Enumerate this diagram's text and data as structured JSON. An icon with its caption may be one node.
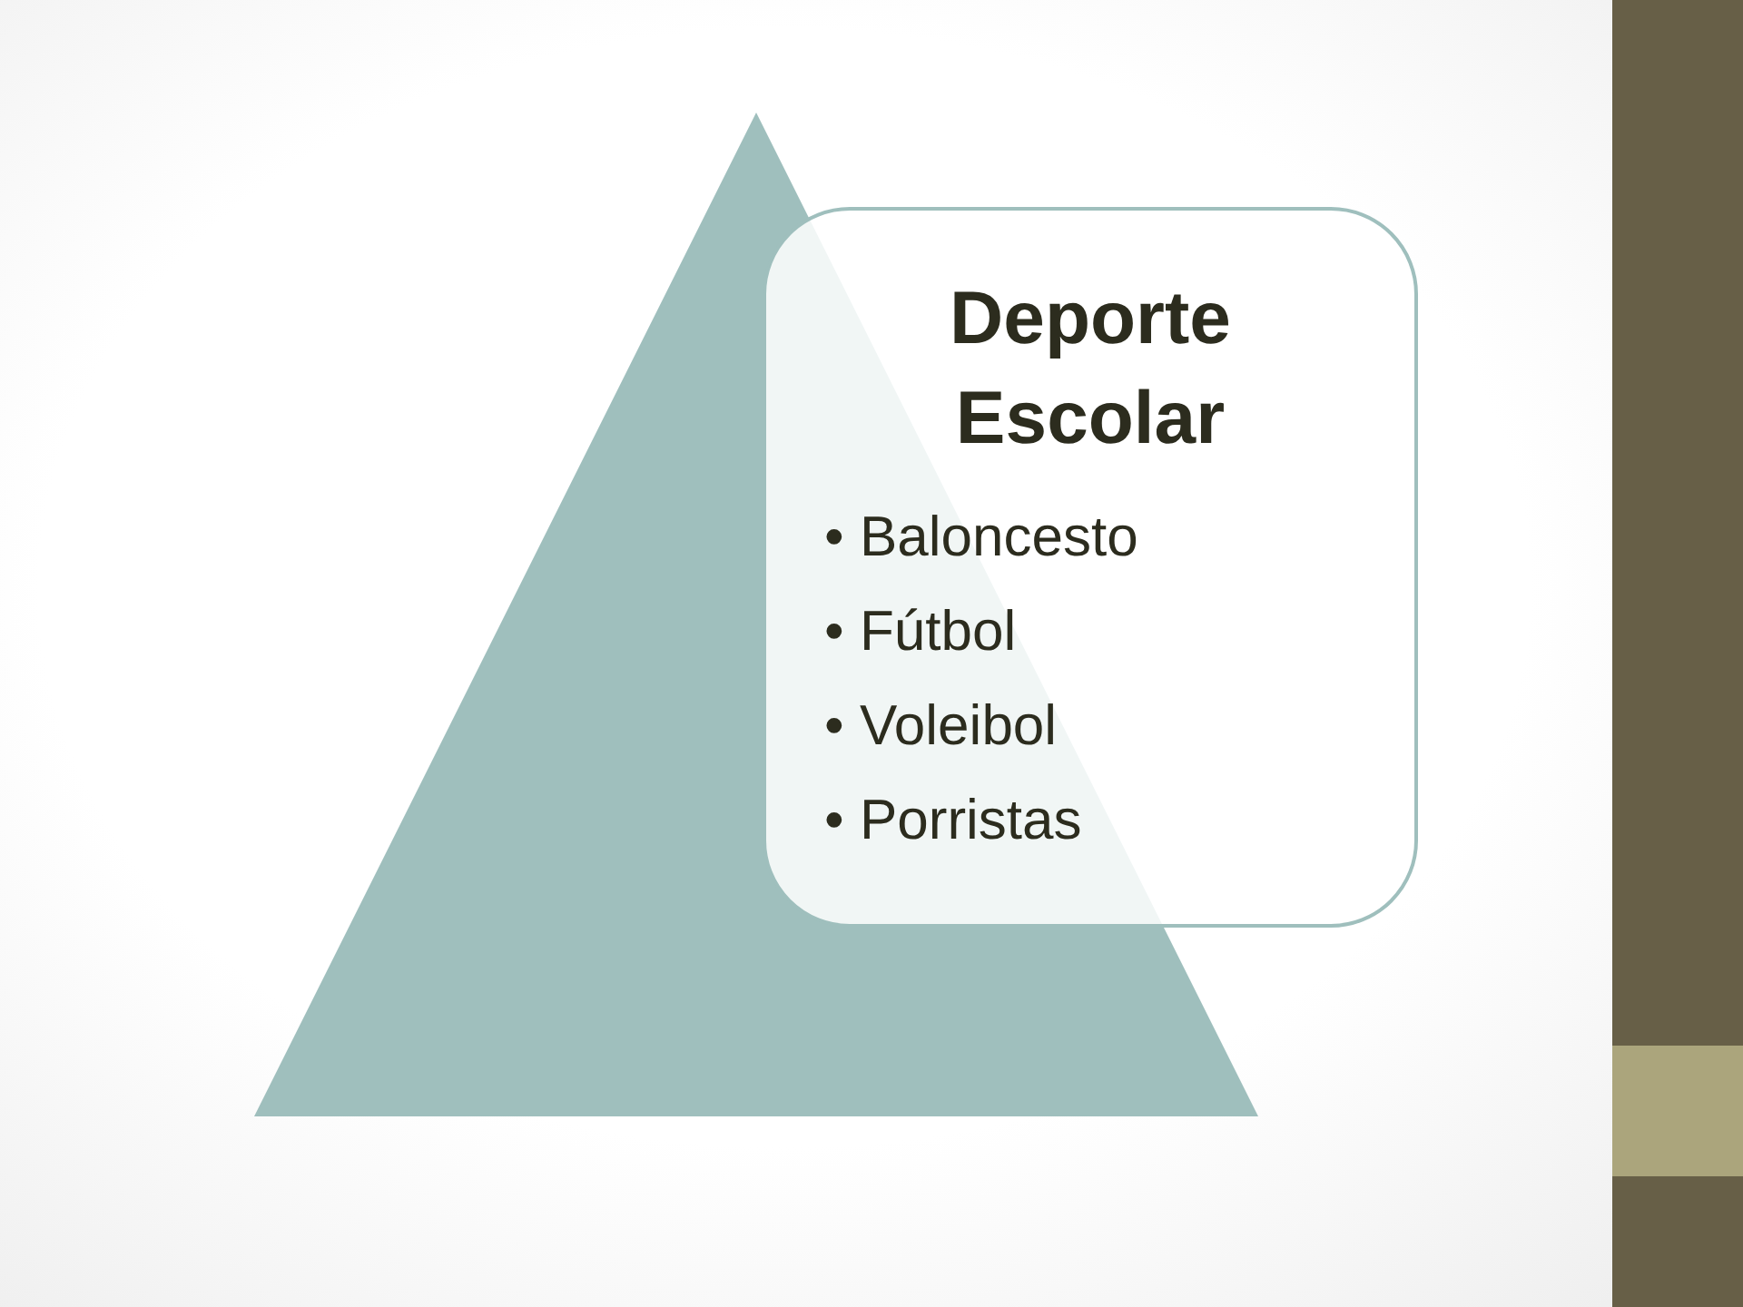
{
  "diagram": {
    "nodes": [
      {
        "text": [],
        "shape": "triangle"
      },
      {
        "text": [
          "Deporte Escolar",
          "• Baloncesto",
          "• Fútbol",
          "• Voleibol",
          "• Porristas"
        ]
      }
    ]
  }
}
